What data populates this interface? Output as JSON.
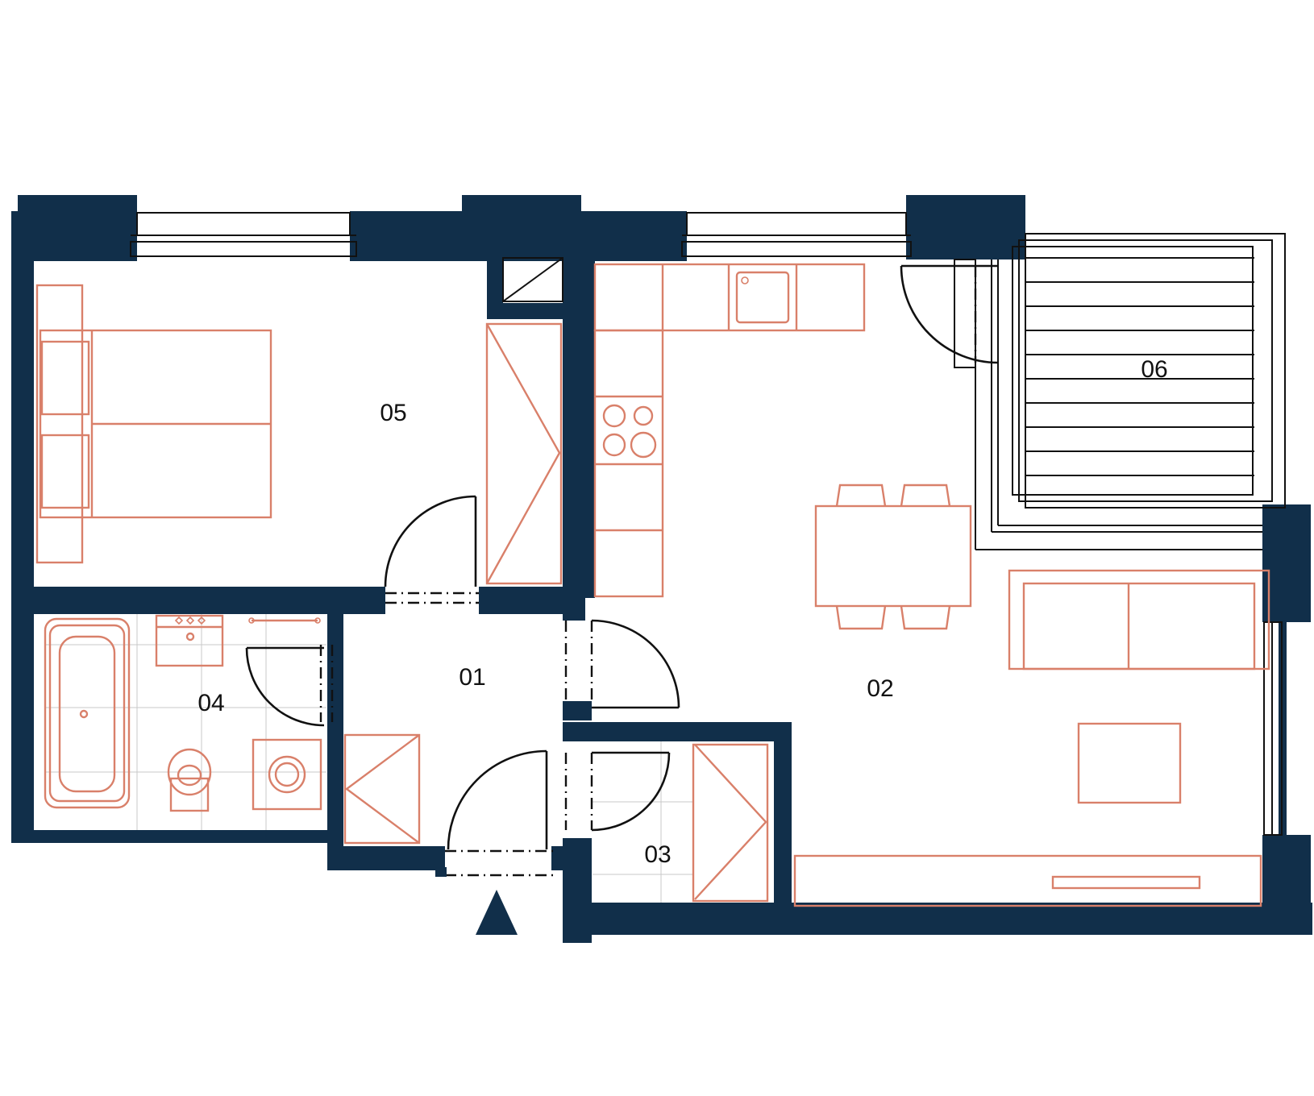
{
  "plan": {
    "colors": {
      "wall": "#112f4a",
      "furniture": "#d9806a",
      "line": "#111111",
      "background": "#ffffff"
    },
    "rooms": [
      {
        "id": "01",
        "label": "01"
      },
      {
        "id": "02",
        "label": "02"
      },
      {
        "id": "03",
        "label": "03"
      },
      {
        "id": "04",
        "label": "04"
      },
      {
        "id": "05",
        "label": "05"
      },
      {
        "id": "06",
        "label": "06"
      }
    ],
    "entrance_icon": "entrance-arrow-icon"
  }
}
